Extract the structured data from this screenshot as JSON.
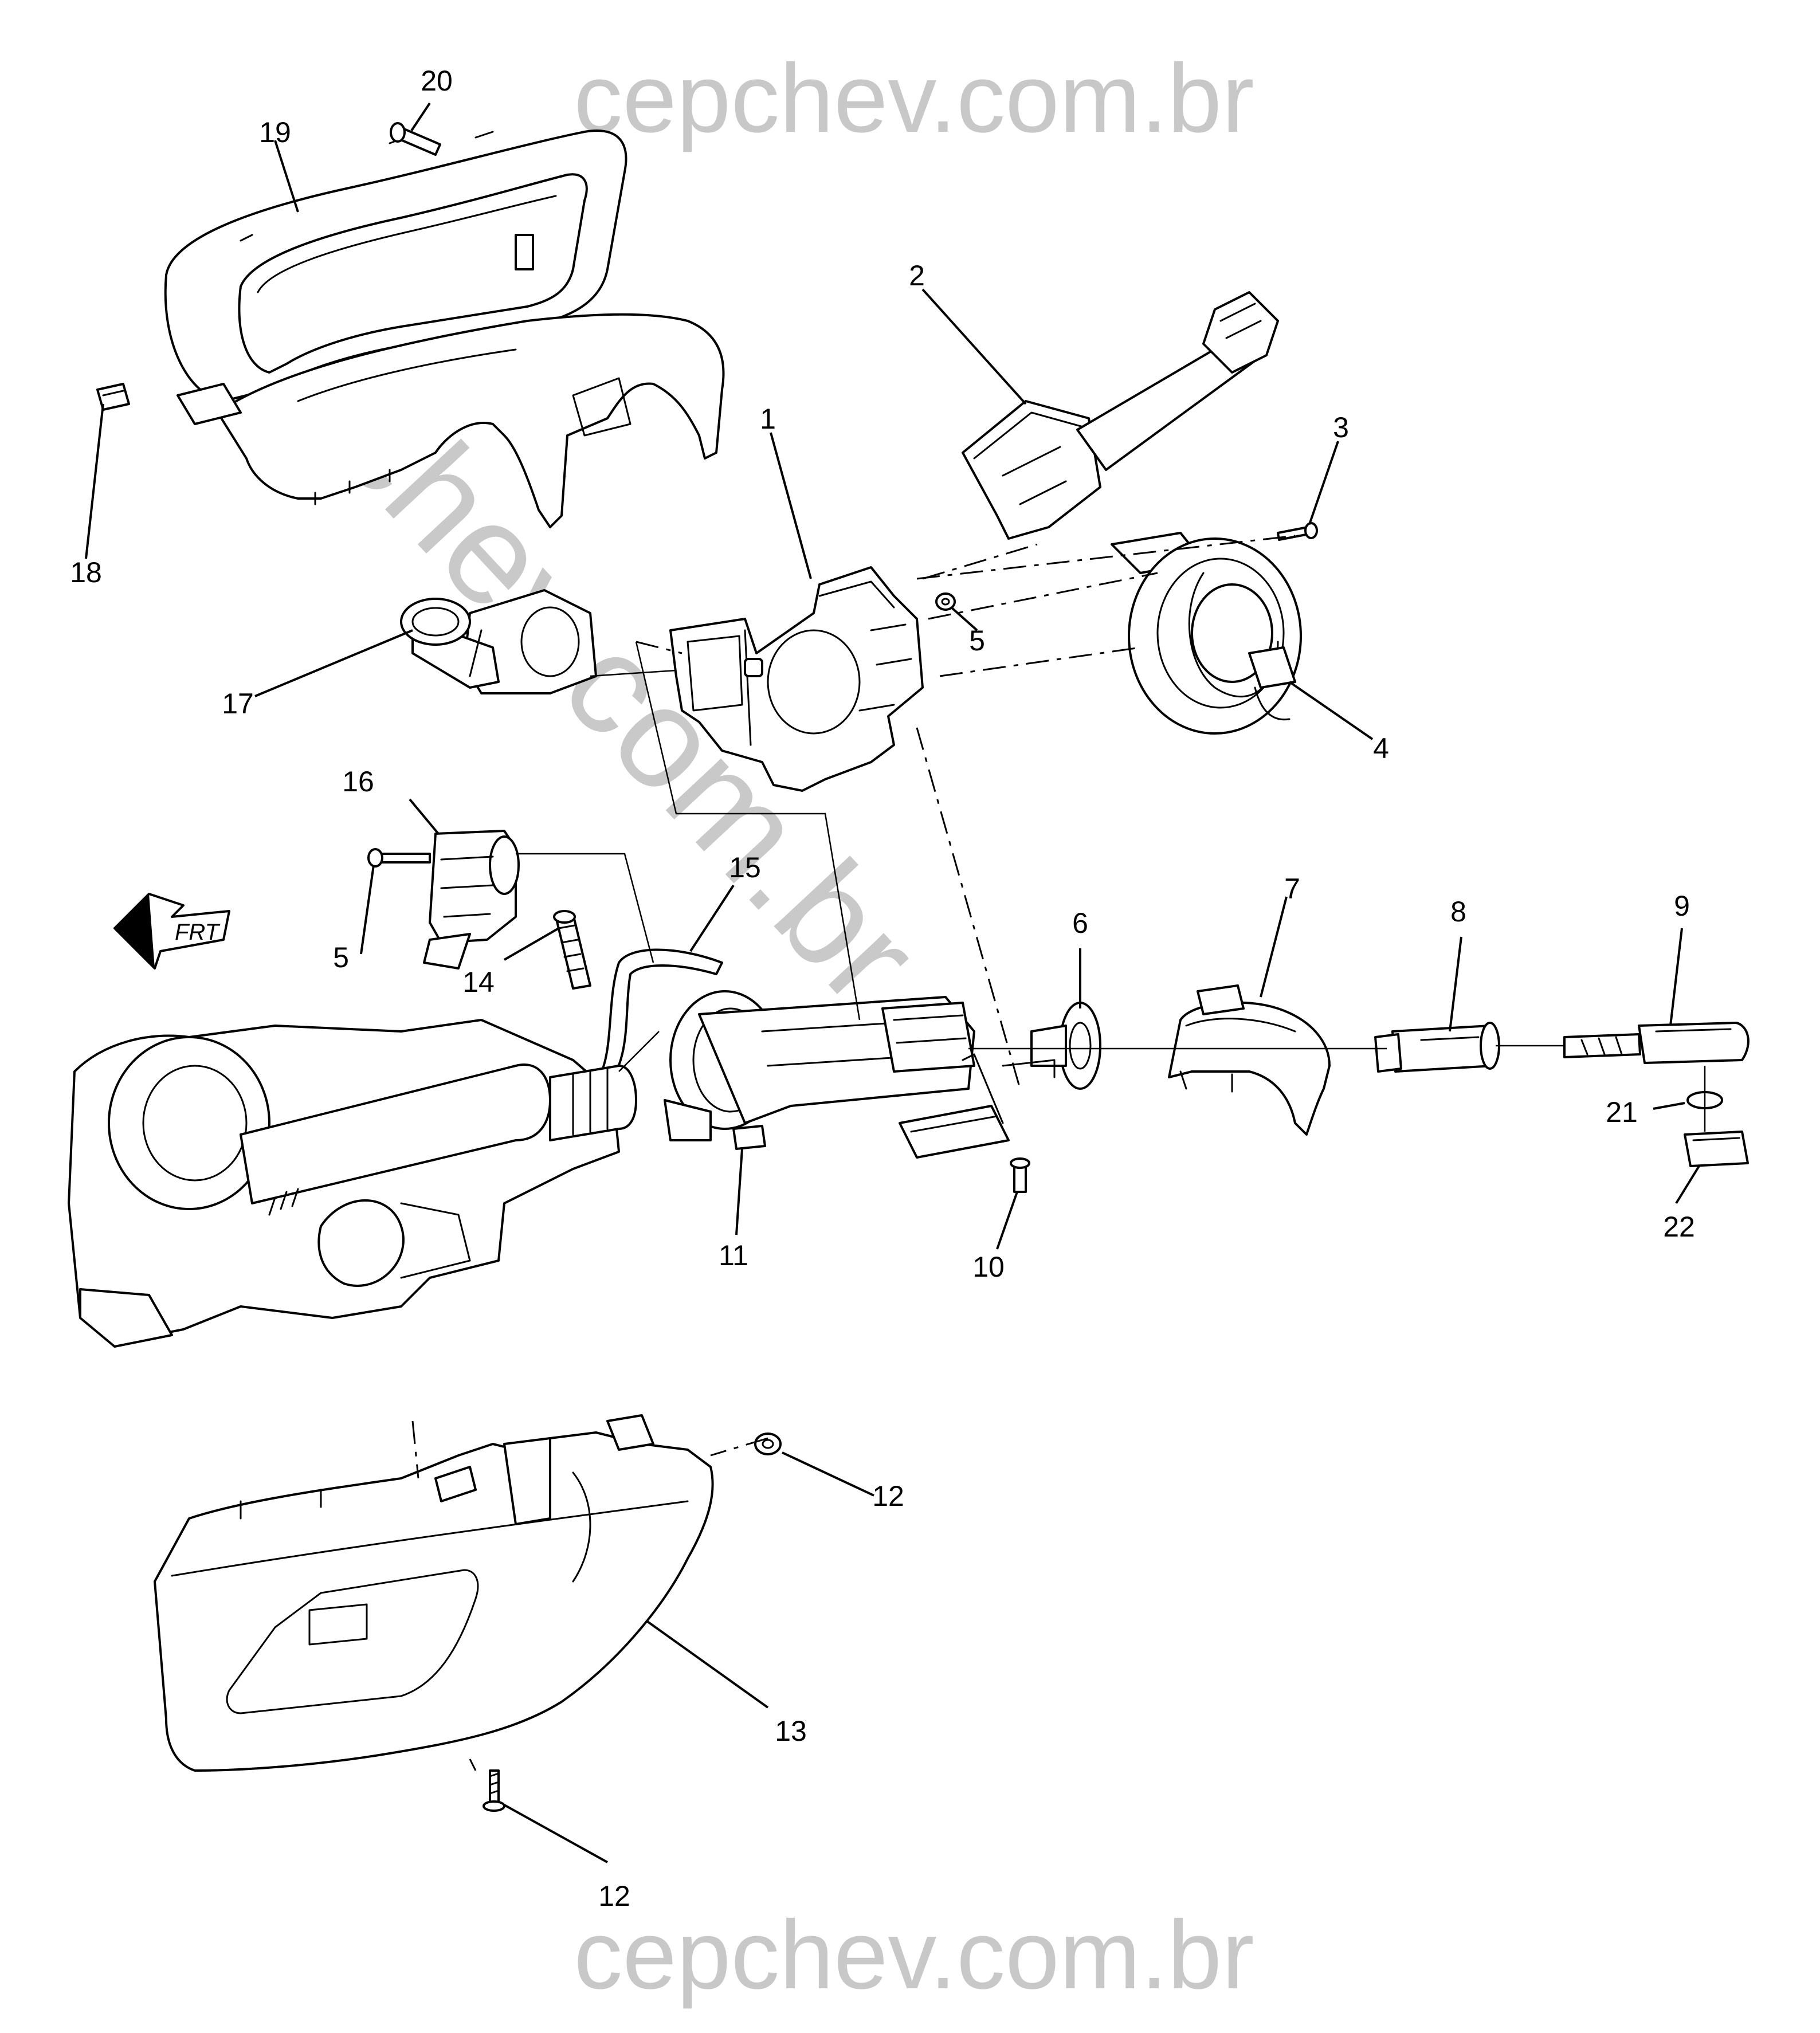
{
  "watermark": {
    "top": "cepchev.com.br",
    "bottom": "cepchev.com.br",
    "diagonal": "cepchev.com.br",
    "color": "#c4c4c4"
  },
  "direction_arrow": {
    "label": "FRT",
    "icon": "front-direction-arrow-icon"
  },
  "callouts": {
    "c1": "1",
    "c2": "2",
    "c3": "3",
    "c4": "4",
    "c5a": "5",
    "c5b": "5",
    "c6": "6",
    "c7": "7",
    "c8": "8",
    "c9": "9",
    "c10": "10",
    "c11": "11",
    "c12a": "12",
    "c12b": "12",
    "c13": "13",
    "c14": "14",
    "c15": "15",
    "c16": "16",
    "c17": "17",
    "c18": "18",
    "c19": "19",
    "c20": "20",
    "c21": "21",
    "c22": "22"
  }
}
